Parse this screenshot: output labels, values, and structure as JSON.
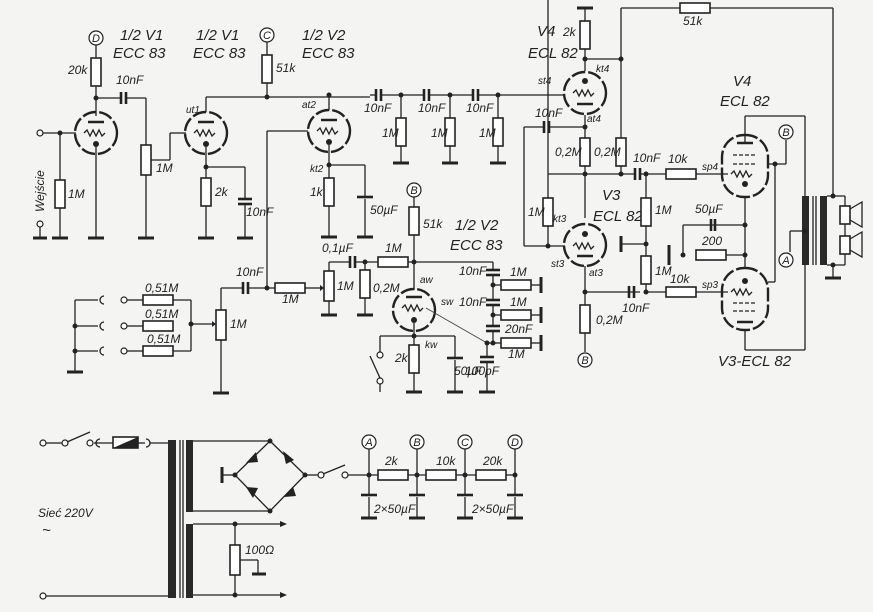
{
  "diagram": {
    "title": "Tube amplifier schematic",
    "input_label": "Wejście",
    "mains_label": "Sieć 220V",
    "mains_symbol": "~",
    "tubes": [
      {
        "id": "v1a",
        "name": "1/2 V1",
        "type": "ECC 83"
      },
      {
        "id": "v1b",
        "name": "1/2 V1",
        "type": "ECC 83",
        "anode": "ut1"
      },
      {
        "id": "v2a",
        "name": "1/2 V2",
        "type": "ECC 83",
        "anode": "at2",
        "cathode": "kt2"
      },
      {
        "id": "v2b",
        "name": "1/2 V2",
        "type": "ECC 83",
        "anode": "aw",
        "grid": "sw",
        "cathode": "kw"
      },
      {
        "id": "v4t",
        "name": "V4",
        "type": "ECL 82",
        "grid": "st4",
        "cathode": "kt4",
        "anode": "at4"
      },
      {
        "id": "v3t",
        "name": "V3",
        "type": "ECL 82",
        "grid": "st3",
        "cathode": "kt3",
        "anode": "at3"
      },
      {
        "id": "v4p",
        "name": "V4",
        "type": "ECL 82",
        "grid": "sp4"
      },
      {
        "id": "v3p",
        "name": "V3-ECL 82",
        "type": "",
        "grid": "sp3"
      }
    ],
    "nodes": [
      "A",
      "B",
      "C",
      "D"
    ],
    "components": {
      "r_20k_v1": "20k",
      "c_10nF_v1": "10nF",
      "r_1M_in": "1M",
      "pot_1M_v1": "1M",
      "r_51k_c": "51k",
      "r_2k_v1b": "2k",
      "c_10nF_v1b": "10nF",
      "c_ps1": "10nF",
      "c_ps2": "10nF",
      "c_ps3": "10nF",
      "r_ps1": "1M",
      "r_ps2": "1M",
      "r_ps3": "1M",
      "r_1k_kt2": "1k",
      "c_50uF_kt2": "50µF",
      "r_2k_v4": "2k",
      "r_51k_fb": "51k",
      "c_10nF_st4": "10nF",
      "r_02M_a": "0,2M",
      "r_02M_b": "0,2M",
      "c_10nF_sp4": "10nF",
      "r_10k_sp4": "10k",
      "r_1M_st3": "1M",
      "r_1M_sp4": "1M",
      "r_1M_sp3": "1M",
      "c_10nF_sp3": "10nF",
      "r_10k_sp3": "10k",
      "r_02M_at3": "0,2M",
      "c_50uF_k": "50µF",
      "r_200": "200",
      "r_051M_1": "0,51M",
      "r_051M_2": "0,51M",
      "r_051M_3": "0,51M",
      "pot_1M_mix": "1M",
      "c_10nF_mix": "10nF",
      "r_1M_mix": "1M",
      "pot_1M_vol": "1M",
      "c_01uF": "0,1µF",
      "r_1M_bias": "1M",
      "r_02M_g": "0,2M",
      "r_51k_b": "51k",
      "r_2k_kw": "2k",
      "c_50uF_kw": "50µF",
      "c_tc1": "10nF",
      "c_tc2": "10nF",
      "c_tc3": "20nF",
      "c_100pF": "100pF",
      "r_tc1": "1M",
      "r_tc2": "1M",
      "r_tc3": "1M",
      "r_psu_2k": "2k",
      "r_psu_10k": "10k",
      "r_psu_20k": "20k",
      "c_psu_ab": "2×50µF",
      "c_psu_cd": "2×50µF",
      "pot_100ohm": "100Ω"
    }
  }
}
